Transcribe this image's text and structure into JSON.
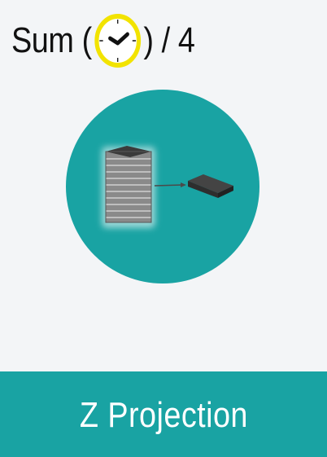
{
  "header": {
    "prefix": "Sum (",
    "suffix": ") / 4",
    "icon": "clock-icon"
  },
  "diagram": {
    "icon_stack": "image-stack-icon",
    "icon_arrow": "arrow-right-icon",
    "icon_result": "projected-slice-icon",
    "colors": {
      "circle": "#19a3a3",
      "clock_ring": "#f2e300"
    }
  },
  "footer": {
    "label": "Z Projection",
    "color": "#19a3a3"
  }
}
